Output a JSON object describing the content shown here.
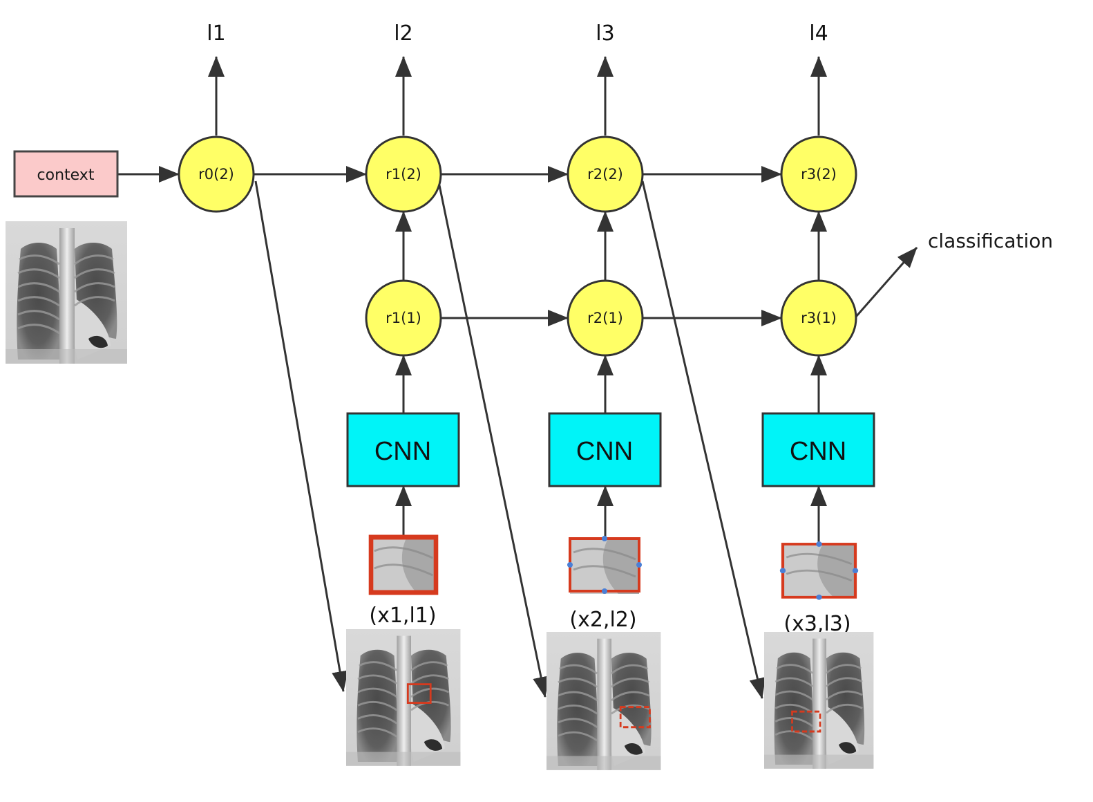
{
  "colors": {
    "node_fill": "#ffff66",
    "cnn_fill": "#00f4f8",
    "context_fill": "#fbcaca",
    "edge": "#333333",
    "glimpse_box": "#d63a1e",
    "handle": "#4a7fd6"
  },
  "context": {
    "label": "context"
  },
  "outputs": [
    "l1",
    "l2",
    "l3",
    "l4"
  ],
  "top_nodes": [
    "r0(2)",
    "r1(2)",
    "r2(2)",
    "r3(2)"
  ],
  "bottom_nodes": [
    "r1(1)",
    "r2(1)",
    "r3(1)"
  ],
  "cnn_label": "CNN",
  "glimpse_labels": [
    "(x1,l1)",
    "(x2,l2)",
    "(x3,l3)"
  ],
  "classification": "classification",
  "images": {
    "context_image": "chest-xray",
    "glimpse_images": [
      "chest-xray-with-box",
      "chest-xray-with-box",
      "chest-xray-with-box"
    ],
    "patches": [
      "xray-patch",
      "xray-patch",
      "xray-patch"
    ]
  }
}
